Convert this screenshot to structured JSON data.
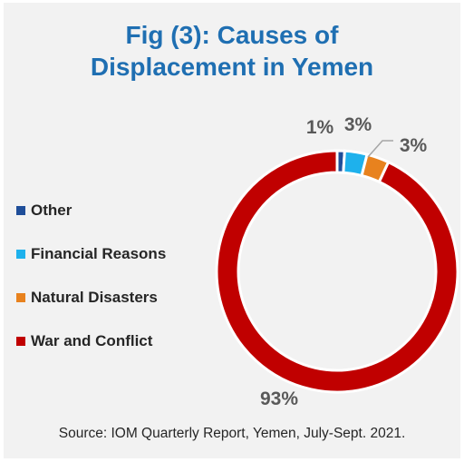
{
  "chart_data": {
    "type": "pie",
    "title": "Fig (3): Causes of Displacement in Yemen",
    "title_lines": [
      "Fig (3): Causes of",
      "Displacement in Yemen"
    ],
    "style": "donut",
    "legend_position": "left",
    "categories": [
      "Other",
      "Financial Reasons",
      "Natural Disasters",
      "War and Conflict"
    ],
    "values": [
      1,
      3,
      3,
      93
    ],
    "labels": [
      "1%",
      "3%",
      "3%",
      "93%"
    ],
    "colors": [
      "#1f4e99",
      "#1eb1ec",
      "#e8821e",
      "#c00000"
    ]
  },
  "source": "Source: IOM Quarterly Report, Yemen, July-Sept. 2021."
}
